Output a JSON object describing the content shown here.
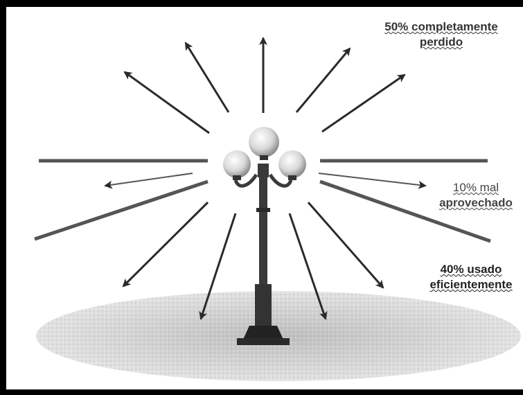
{
  "labels": {
    "lost_percent": "50% completamente",
    "lost_word": "perdido",
    "misused_percent": "10% mal",
    "misused_word": "aprovechado",
    "efficient_percent": "40% usado",
    "efficient_word": "eficientemente"
  },
  "colors": {
    "arrow": "#2a2a2a",
    "ground": "#d4d4d4",
    "globe": "#cfcfcf",
    "pole": "#3a3a3a",
    "frame": "#000000"
  },
  "icons": [
    "street-lamp-icon",
    "arrow-icon"
  ]
}
